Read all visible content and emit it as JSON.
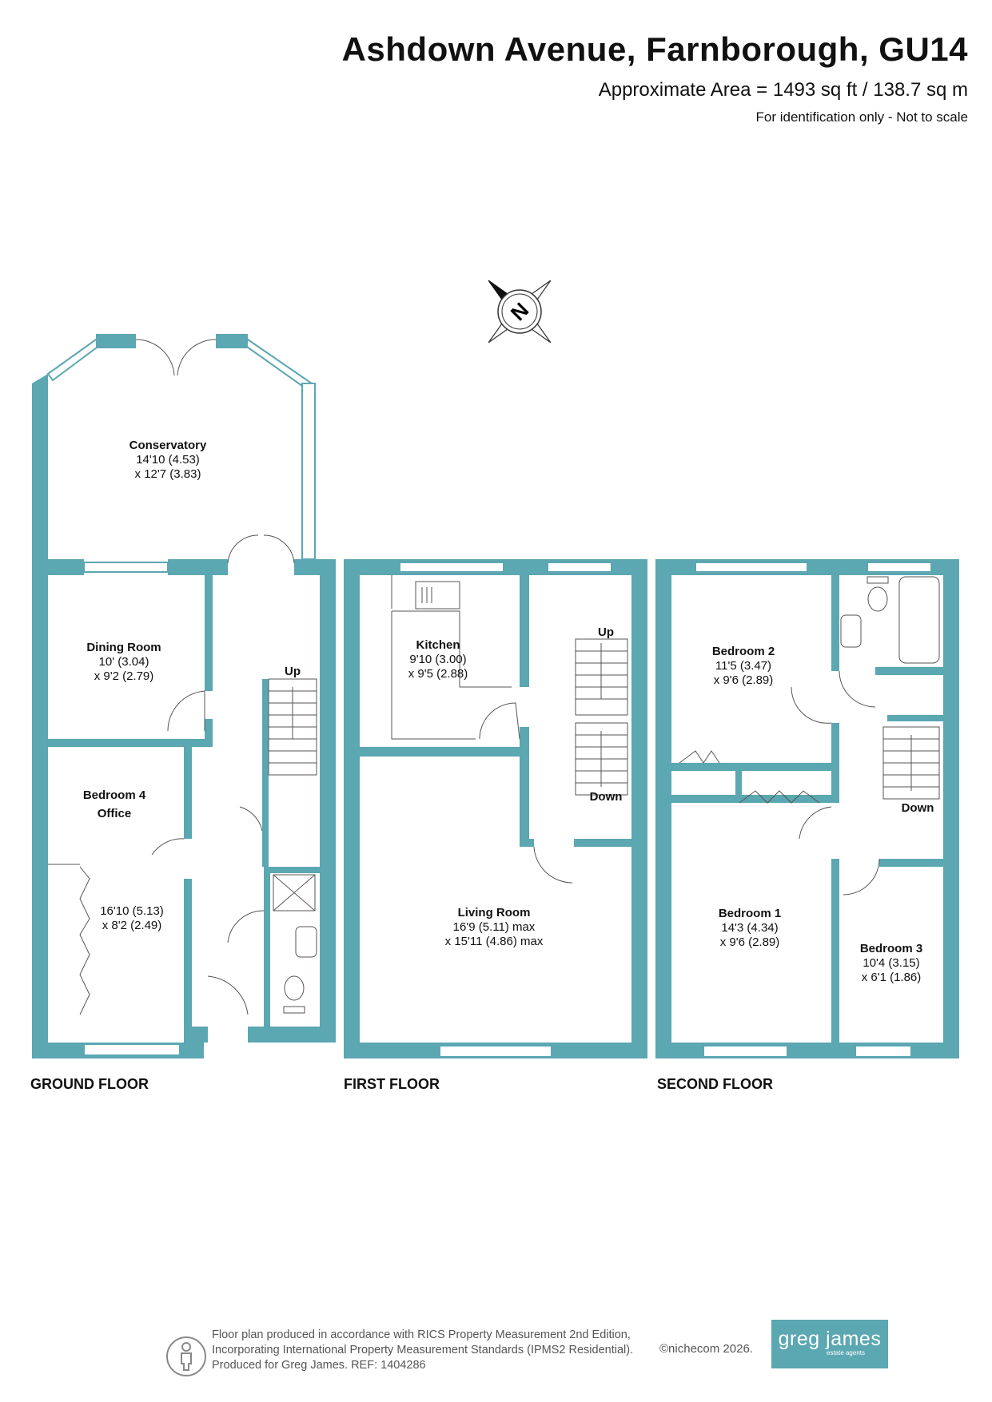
{
  "header": {
    "title": "Ashdown Avenue, Farnborough, GU14",
    "area": "Approximate Area = 1493 sq ft / 138.7 sq m",
    "note": "For identification only - Not to scale"
  },
  "colors": {
    "wall": "#5ba7b2",
    "window": "#ffffff",
    "text": "#111111"
  },
  "compass": {
    "label": "N",
    "icon": "compass-icon"
  },
  "floors": [
    {
      "name": "GROUND FLOOR",
      "rooms": [
        {
          "name": "Conservatory",
          "dim1": "14'10 (4.53)",
          "dim2": "x 12'7 (3.83)"
        },
        {
          "name": "Dining Room",
          "dim1": "10' (3.04)",
          "dim2": "x 9'2 (2.79)"
        },
        {
          "name": "Bedroom 4",
          "name2": "Office",
          "dim1": "16'10 (5.13)",
          "dim2": "x 8'2 (2.49)"
        }
      ],
      "stairs": [
        "Up"
      ]
    },
    {
      "name": "FIRST FLOOR",
      "rooms": [
        {
          "name": "Kitchen",
          "dim1": "9'10 (3.00)",
          "dim2": "x 9'5 (2.88)"
        },
        {
          "name": "Living Room",
          "dim1": "16'9 (5.11) max",
          "dim2": "x 15'11 (4.86) max"
        }
      ],
      "stairs": [
        "Up",
        "Down"
      ]
    },
    {
      "name": "SECOND FLOOR",
      "rooms": [
        {
          "name": "Bedroom 2",
          "dim1": "11'5 (3.47)",
          "dim2": "x 9'6 (2.89)"
        },
        {
          "name": "Bedroom 1",
          "dim1": "14'3 (4.34)",
          "dim2": "x 9'6 (2.89)"
        },
        {
          "name": "Bedroom 3",
          "dim1": "10'4 (3.15)",
          "dim2": "x 6'1 (1.86)"
        }
      ],
      "stairs": [
        "Down"
      ]
    }
  ],
  "footer": {
    "line1": "Floor plan produced in accordance with RICS Property Measurement 2nd Edition,",
    "line2": "Incorporating International Property Measurement Standards (IPMS2 Residential).",
    "line3": "Produced for Greg James.   REF:  1404286",
    "copyright": "©nichecom 2026.",
    "logo": "greg james",
    "logo_sub": "estate agents"
  }
}
